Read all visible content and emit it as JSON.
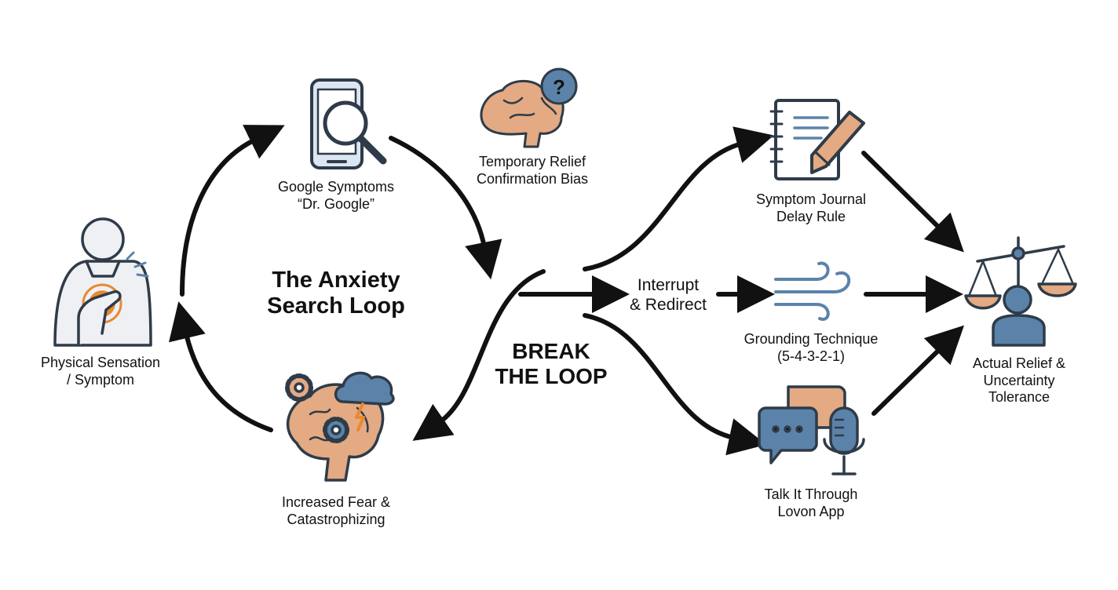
{
  "colors": {
    "ink": "#111111",
    "outline": "#2f3b48",
    "blue": "#5b83aa",
    "light_blue": "#dbe6f2",
    "tan": "#e3aa83",
    "orange": "#e8892f",
    "grey_fill": "#eef0f3"
  },
  "title": {
    "line1": "The Anxiety",
    "line2": "Search Loop"
  },
  "break": {
    "line1": "BREAK",
    "line2": "THE LOOP"
  },
  "interrupt": {
    "line1": "Interrupt",
    "line2": "& Redirect"
  },
  "nodes": {
    "physical": {
      "line1": "Physical Sensation",
      "line2": "/ Symptom",
      "icon": "person-chest-pain-icon"
    },
    "google": {
      "line1": "Google Symptoms",
      "line2": "“Dr. Google”",
      "icon": "phone-search-icon"
    },
    "relief": {
      "line1": "Temporary Relief",
      "line2": "Confirmation Bias",
      "icon": "brain-question-icon"
    },
    "fear": {
      "line1": "Increased Fear &",
      "line2": "Catastrophizing",
      "icon": "brain-storm-icon"
    },
    "journal": {
      "line1": "Symptom Journal",
      "line2": "Delay Rule",
      "icon": "notebook-pencil-icon"
    },
    "grounding": {
      "line1": "Grounding Technique",
      "line2": "(5-4-3-2-1)",
      "icon": "wind-icon"
    },
    "talk": {
      "line1": "Talk It Through",
      "line2": "Lovon App",
      "icon": "chat-microphone-icon"
    },
    "actual": {
      "line1": "Actual Relief &",
      "line2": "Uncertainty",
      "line3": "Tolerance",
      "icon": "scales-person-icon"
    }
  }
}
